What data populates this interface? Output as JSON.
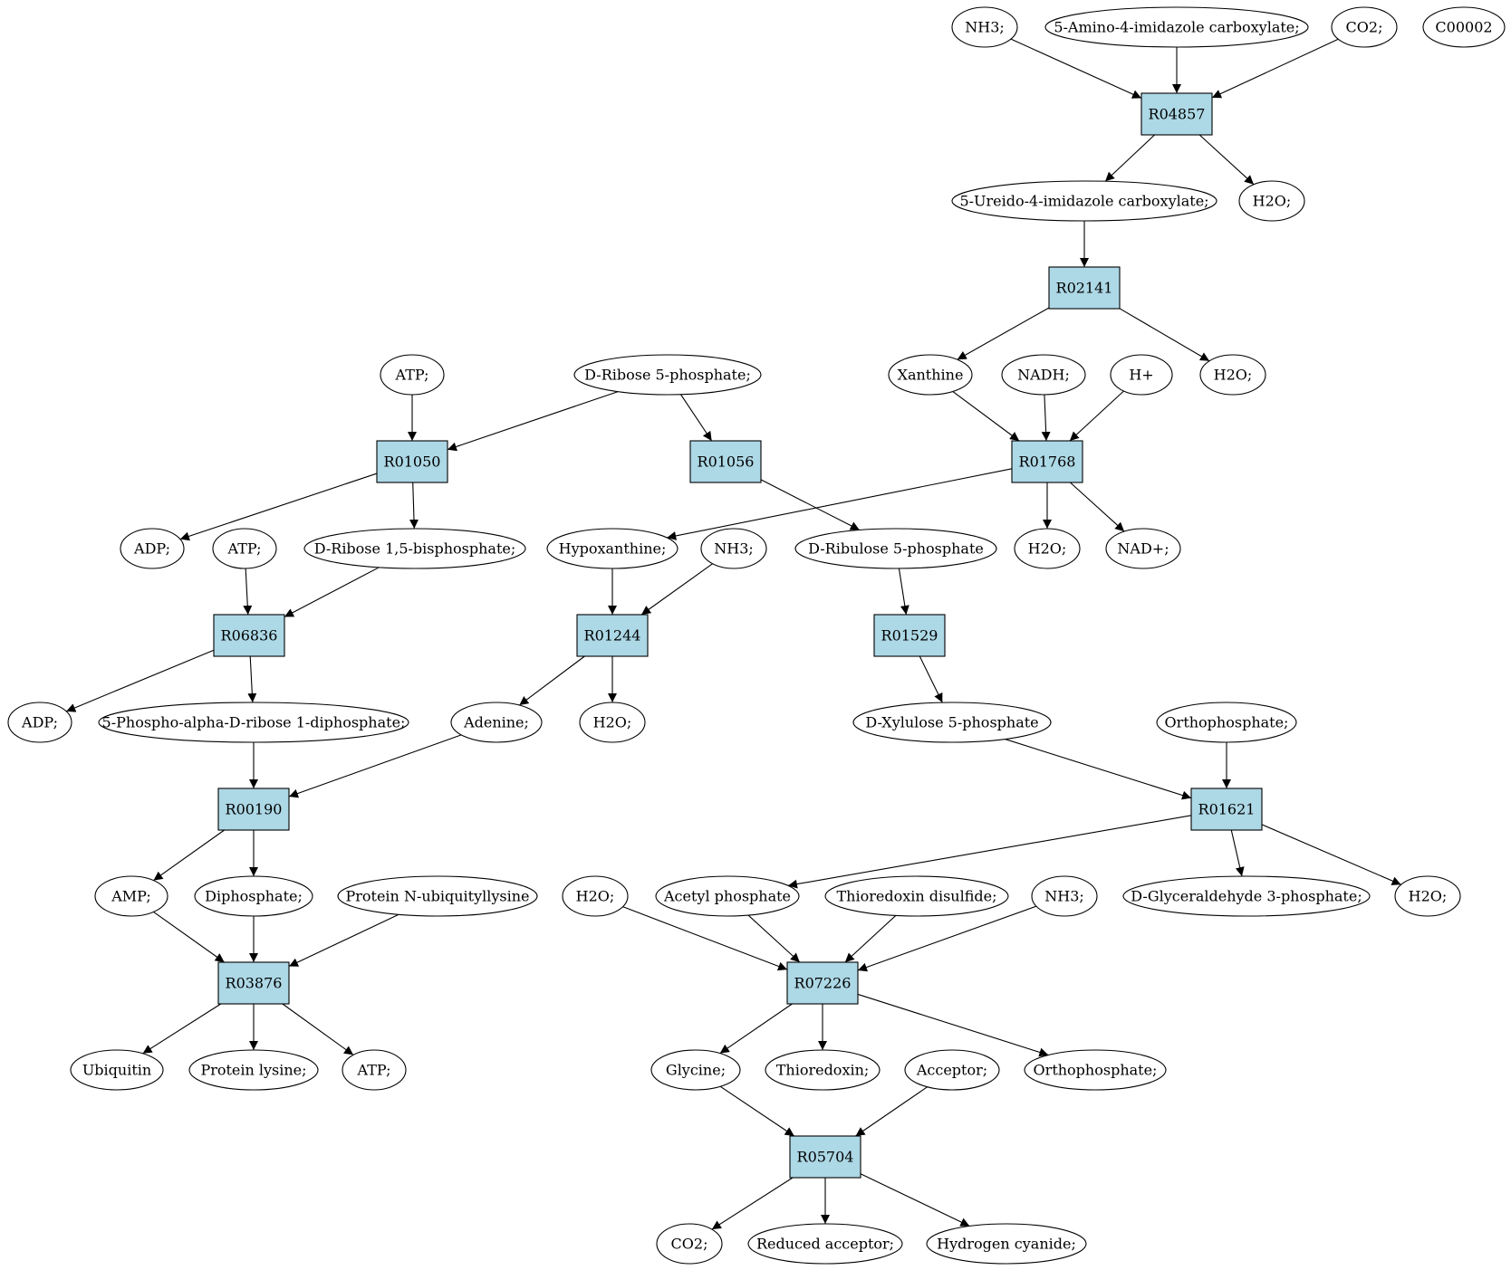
{
  "diagram": {
    "colors": {
      "reaction_fill": "#add8e6",
      "compound_fill": "#ffffff",
      "highlight_source_fill": "#00ee00",
      "highlight_query_fill": "#ffff00",
      "stroke": "#000000"
    },
    "nodes": [
      {
        "id": "nh3_1",
        "label": "NH3;",
        "kind": "compound"
      },
      {
        "id": "aica",
        "label": "5-Amino-4-imidazole carboxylate;",
        "kind": "compound"
      },
      {
        "id": "co2_1",
        "label": "CO2;",
        "kind": "compound"
      },
      {
        "id": "c00002",
        "label": "C00002",
        "kind": "query"
      },
      {
        "id": "r04857",
        "label": "R04857",
        "kind": "reaction"
      },
      {
        "id": "ureido",
        "label": "5-Ureido-4-imidazole carboxylate;",
        "kind": "compound"
      },
      {
        "id": "h2o_1",
        "label": "H2O;",
        "kind": "compound"
      },
      {
        "id": "r02141",
        "label": "R02141",
        "kind": "reaction"
      },
      {
        "id": "atp_1",
        "label": "ATP;",
        "kind": "compound"
      },
      {
        "id": "rib5p",
        "label": "D-Ribose 5-phosphate;",
        "kind": "source"
      },
      {
        "id": "xanthine",
        "label": "Xanthine",
        "kind": "compound"
      },
      {
        "id": "nadh",
        "label": "NADH;",
        "kind": "compound"
      },
      {
        "id": "hplus",
        "label": "H+",
        "kind": "compound"
      },
      {
        "id": "h2o_2",
        "label": "H2O;",
        "kind": "compound"
      },
      {
        "id": "r01050",
        "label": "R01050",
        "kind": "reaction"
      },
      {
        "id": "r01056",
        "label": "R01056",
        "kind": "reaction"
      },
      {
        "id": "r01768",
        "label": "R01768",
        "kind": "reaction"
      },
      {
        "id": "adp_1",
        "label": "ADP;",
        "kind": "compound"
      },
      {
        "id": "atp_2",
        "label": "ATP;",
        "kind": "compound"
      },
      {
        "id": "rib15bp",
        "label": "D-Ribose 1,5-bisphosphate;",
        "kind": "compound"
      },
      {
        "id": "hypox",
        "label": "Hypoxanthine;",
        "kind": "compound"
      },
      {
        "id": "nh3_2",
        "label": "NH3;",
        "kind": "compound"
      },
      {
        "id": "ribu5p",
        "label": "D-Ribulose 5-phosphate",
        "kind": "compound"
      },
      {
        "id": "h2o_3",
        "label": "H2O;",
        "kind": "compound"
      },
      {
        "id": "nadp",
        "label": "NAD+;",
        "kind": "compound"
      },
      {
        "id": "r06836",
        "label": "R06836",
        "kind": "reaction"
      },
      {
        "id": "r01244",
        "label": "R01244",
        "kind": "reaction"
      },
      {
        "id": "r01529",
        "label": "R01529",
        "kind": "reaction"
      },
      {
        "id": "adp_2",
        "label": "ADP;",
        "kind": "compound"
      },
      {
        "id": "prpp",
        "label": "5-Phospho-alpha-D-ribose 1-diphosphate;",
        "kind": "compound"
      },
      {
        "id": "adenine",
        "label": "Adenine;",
        "kind": "compound"
      },
      {
        "id": "h2o_4",
        "label": "H2O;",
        "kind": "compound"
      },
      {
        "id": "xylu5p",
        "label": "D-Xylulose 5-phosphate",
        "kind": "compound"
      },
      {
        "id": "orthop_1",
        "label": "Orthophosphate;",
        "kind": "compound"
      },
      {
        "id": "r00190",
        "label": "R00190",
        "kind": "reaction"
      },
      {
        "id": "r01621",
        "label": "R01621",
        "kind": "reaction"
      },
      {
        "id": "amp",
        "label": "AMP;",
        "kind": "compound"
      },
      {
        "id": "diphos",
        "label": "Diphosphate;",
        "kind": "compound"
      },
      {
        "id": "protubiq",
        "label": "Protein N-ubiquityllysine",
        "kind": "compound"
      },
      {
        "id": "h2o_5",
        "label": "H2O;",
        "kind": "compound"
      },
      {
        "id": "acetylp",
        "label": "Acetyl phosphate",
        "kind": "compound"
      },
      {
        "id": "trxss",
        "label": "Thioredoxin disulfide;",
        "kind": "compound"
      },
      {
        "id": "nh3_3",
        "label": "NH3;",
        "kind": "compound"
      },
      {
        "id": "g3p",
        "label": "D-Glyceraldehyde 3-phosphate;",
        "kind": "compound"
      },
      {
        "id": "h2o_6",
        "label": "H2O;",
        "kind": "compound"
      },
      {
        "id": "r03876",
        "label": "R03876",
        "kind": "reaction"
      },
      {
        "id": "r07226",
        "label": "R07226",
        "kind": "reaction"
      },
      {
        "id": "ubiquitin",
        "label": "Ubiquitin",
        "kind": "compound"
      },
      {
        "id": "protlys",
        "label": "Protein lysine;",
        "kind": "compound"
      },
      {
        "id": "atp_3",
        "label": "ATP;",
        "kind": "compound"
      },
      {
        "id": "glycine",
        "label": "Glycine;",
        "kind": "compound"
      },
      {
        "id": "trx",
        "label": "Thioredoxin;",
        "kind": "compound"
      },
      {
        "id": "acceptor",
        "label": "Acceptor;",
        "kind": "compound"
      },
      {
        "id": "orthop_2",
        "label": "Orthophosphate;",
        "kind": "compound"
      },
      {
        "id": "r05704",
        "label": "R05704",
        "kind": "reaction"
      },
      {
        "id": "co2_2",
        "label": "CO2;",
        "kind": "compound"
      },
      {
        "id": "redacc",
        "label": "Reduced acceptor;",
        "kind": "compound"
      },
      {
        "id": "hcn",
        "label": "Hydrogen cyanide;",
        "kind": "compound"
      }
    ],
    "edges": [
      [
        "nh3_1",
        "r04857"
      ],
      [
        "aica",
        "r04857"
      ],
      [
        "co2_1",
        "r04857"
      ],
      [
        "r04857",
        "ureido"
      ],
      [
        "r04857",
        "h2o_1"
      ],
      [
        "ureido",
        "r02141"
      ],
      [
        "r02141",
        "xanthine"
      ],
      [
        "r02141",
        "h2o_2"
      ],
      [
        "xanthine",
        "r01768"
      ],
      [
        "nadh",
        "r01768"
      ],
      [
        "hplus",
        "r01768"
      ],
      [
        "r01768",
        "hypox"
      ],
      [
        "r01768",
        "h2o_3"
      ],
      [
        "r01768",
        "nadp"
      ],
      [
        "atp_1",
        "r01050"
      ],
      [
        "rib5p",
        "r01050"
      ],
      [
        "rib5p",
        "r01056"
      ],
      [
        "r01050",
        "adp_1"
      ],
      [
        "r01050",
        "rib15bp"
      ],
      [
        "r01056",
        "ribu5p"
      ],
      [
        "atp_2",
        "r06836"
      ],
      [
        "rib15bp",
        "r06836"
      ],
      [
        "r06836",
        "adp_2"
      ],
      [
        "r06836",
        "prpp"
      ],
      [
        "hypox",
        "r01244"
      ],
      [
        "nh3_2",
        "r01244"
      ],
      [
        "r01244",
        "adenine"
      ],
      [
        "r01244",
        "h2o_4"
      ],
      [
        "ribu5p",
        "r01529"
      ],
      [
        "r01529",
        "xylu5p"
      ],
      [
        "prpp",
        "r00190"
      ],
      [
        "adenine",
        "r00190"
      ],
      [
        "r00190",
        "amp"
      ],
      [
        "r00190",
        "diphos"
      ],
      [
        "xylu5p",
        "r01621"
      ],
      [
        "orthop_1",
        "r01621"
      ],
      [
        "r01621",
        "acetylp"
      ],
      [
        "r01621",
        "g3p"
      ],
      [
        "r01621",
        "h2o_6"
      ],
      [
        "amp",
        "r03876"
      ],
      [
        "diphos",
        "r03876"
      ],
      [
        "protubiq",
        "r03876"
      ],
      [
        "r03876",
        "ubiquitin"
      ],
      [
        "r03876",
        "protlys"
      ],
      [
        "r03876",
        "atp_3"
      ],
      [
        "h2o_5",
        "r07226"
      ],
      [
        "acetylp",
        "r07226"
      ],
      [
        "trxss",
        "r07226"
      ],
      [
        "nh3_3",
        "r07226"
      ],
      [
        "r07226",
        "glycine"
      ],
      [
        "r07226",
        "trx"
      ],
      [
        "r07226",
        "orthop_2"
      ],
      [
        "glycine",
        "r05704"
      ],
      [
        "acceptor",
        "r05704"
      ],
      [
        "r05704",
        "co2_2"
      ],
      [
        "r05704",
        "redacc"
      ],
      [
        "r05704",
        "hcn"
      ]
    ]
  }
}
